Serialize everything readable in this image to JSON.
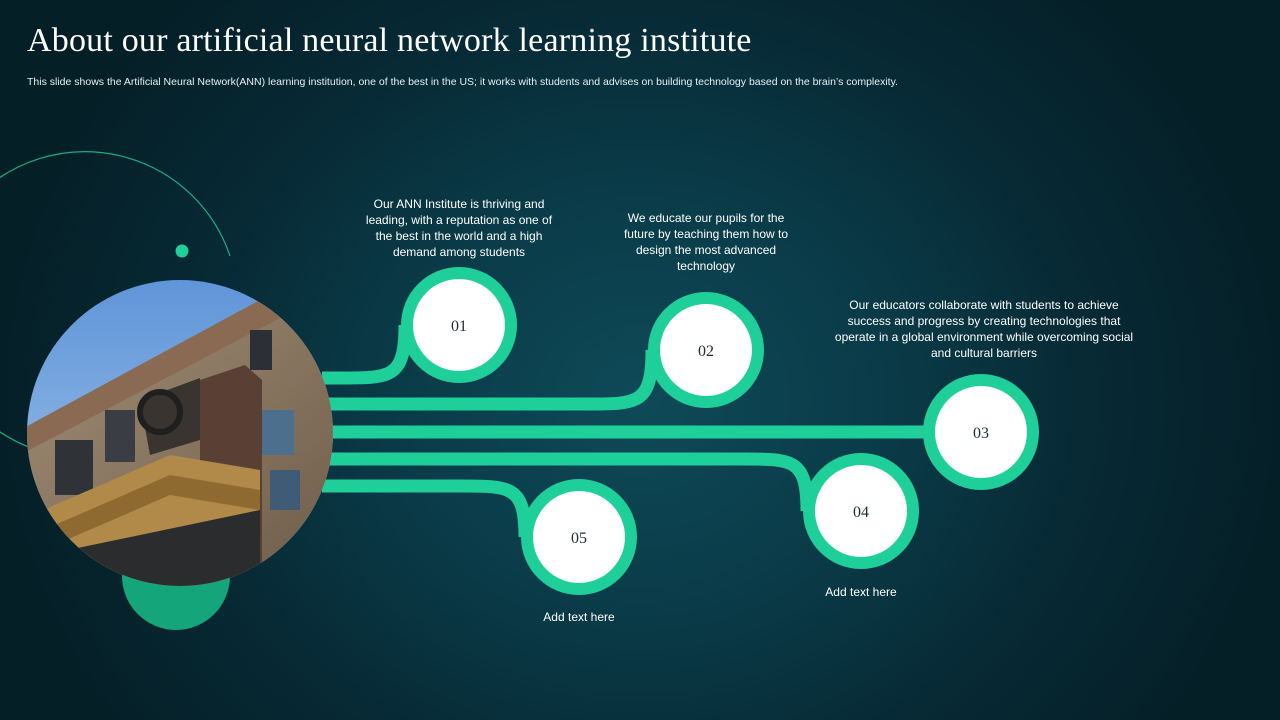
{
  "slide": {
    "title": "About our artificial neural network learning institute",
    "subtitle": "This slide shows the Artificial Neural Network(ANN) learning institution, one of the best in the US; it works with students and advises on building technology based on the brain’s complexity."
  },
  "colors": {
    "accent": "#1fcf99",
    "accent_dark": "#14a57a",
    "background": "#0a3a47",
    "node_fill": "#ffffff"
  },
  "nodes": [
    {
      "number": "01",
      "text": "Our ANN Institute  is thriving and leading, with a reputation as one of the best in the world and a high demand among students"
    },
    {
      "number": "02",
      "text": "We educate our pupils for the future by teaching them how to design the most advanced technology"
    },
    {
      "number": "03",
      "text": "Our educators collaborate with students to achieve success and progress by creating technologies  that operate in a global environment  while overcoming social and cultural barriers"
    },
    {
      "number": "04",
      "text": "Add text here"
    },
    {
      "number": "05",
      "text": "Add text here"
    }
  ],
  "image": {
    "icon": "building-photo"
  }
}
